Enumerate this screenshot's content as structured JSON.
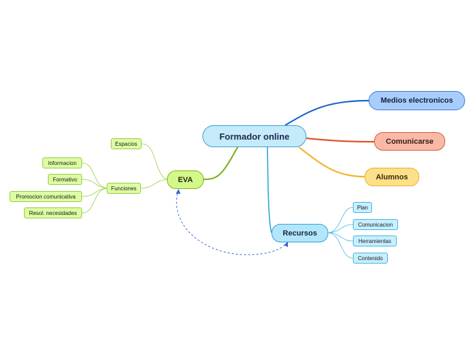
{
  "central": {
    "label": "Formador online"
  },
  "topics": {
    "medios": {
      "label": "Medios electronicos",
      "color": "#1a66c9"
    },
    "comunicarse": {
      "label": "Comunicarse",
      "color": "#e0512a"
    },
    "alumnos": {
      "label": "Alumnos",
      "color": "#f2b428"
    },
    "eva": {
      "label": "EVA",
      "color": "#7fb21e"
    },
    "recursos": {
      "label": "Recursos",
      "color": "#2aa6db"
    }
  },
  "eva_children": {
    "espacios": "Espacios",
    "funciones": "Funciones"
  },
  "funciones_children": {
    "informacion": "Informacion",
    "formativo": "Formativo",
    "promocion": "Promocion comunicativa",
    "resol": "Resol. necesidades"
  },
  "recursos_children": {
    "plan": "Plan",
    "comunicacion": "Comunicacion",
    "herramientas": "Herramientas",
    "contenido": "Contenido"
  },
  "relationship": {
    "style": "dashed",
    "color": "#3a63d8"
  }
}
